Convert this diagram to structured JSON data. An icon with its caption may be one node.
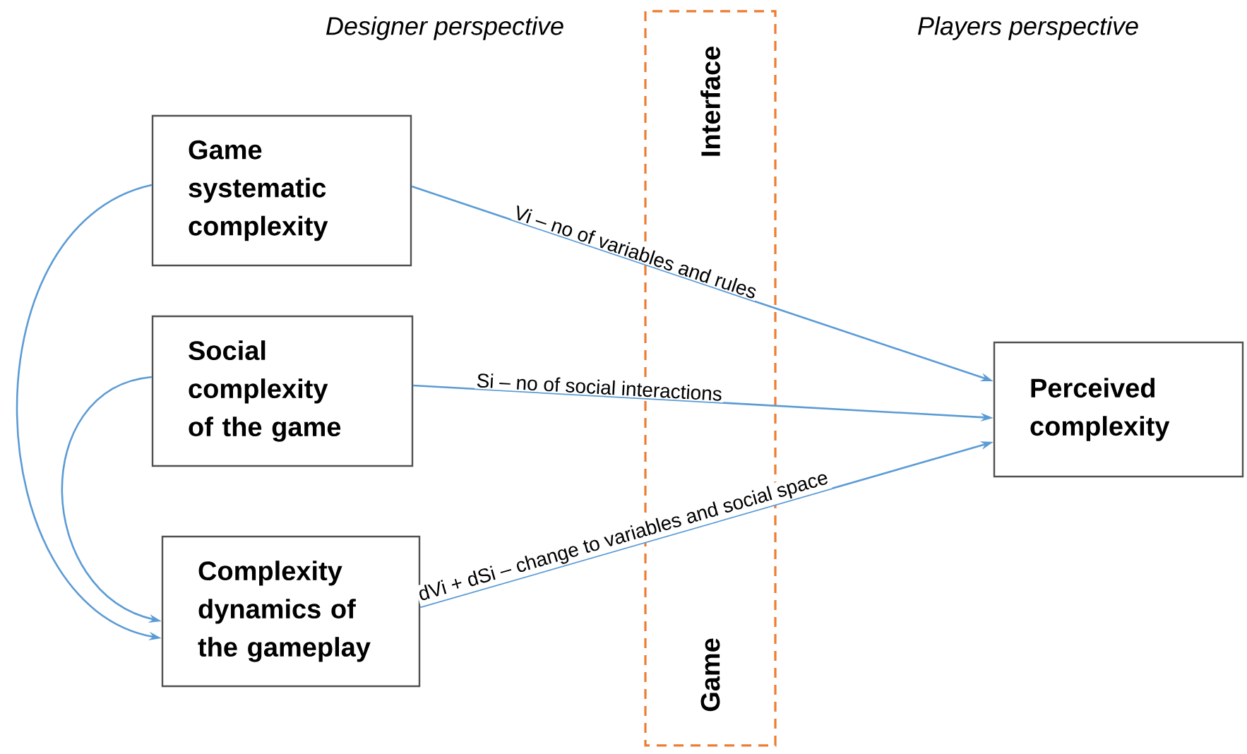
{
  "diagram": {
    "nodes": [
      {
        "text": [
          "Game systematic complexity"
        ]
      },
      {
        "text": [
          "Social complexity of the game"
        ]
      },
      {
        "text": [
          "Complexity dynamics of the gameplay"
        ]
      },
      {
        "text": [
          "Perceived complexity"
        ]
      }
    ],
    "edges": [
      {
        "from": 0,
        "to": 3,
        "arrow": "to",
        "label": "Vi – no of variables and rules"
      },
      {
        "from": 1,
        "to": 3,
        "arrow": "to",
        "label": "Si – no of social interactions"
      },
      {
        "from": 2,
        "to": 3,
        "arrow": "to",
        "label": "dVi + dSi – change to variables and social space"
      },
      {
        "from": 0,
        "to": 2,
        "arrow": "to"
      },
      {
        "from": 1,
        "to": 2,
        "arrow": "to"
      }
    ],
    "labels": [
      "Designer perspective",
      "Interface",
      "Players perspective",
      "Game"
    ]
  }
}
